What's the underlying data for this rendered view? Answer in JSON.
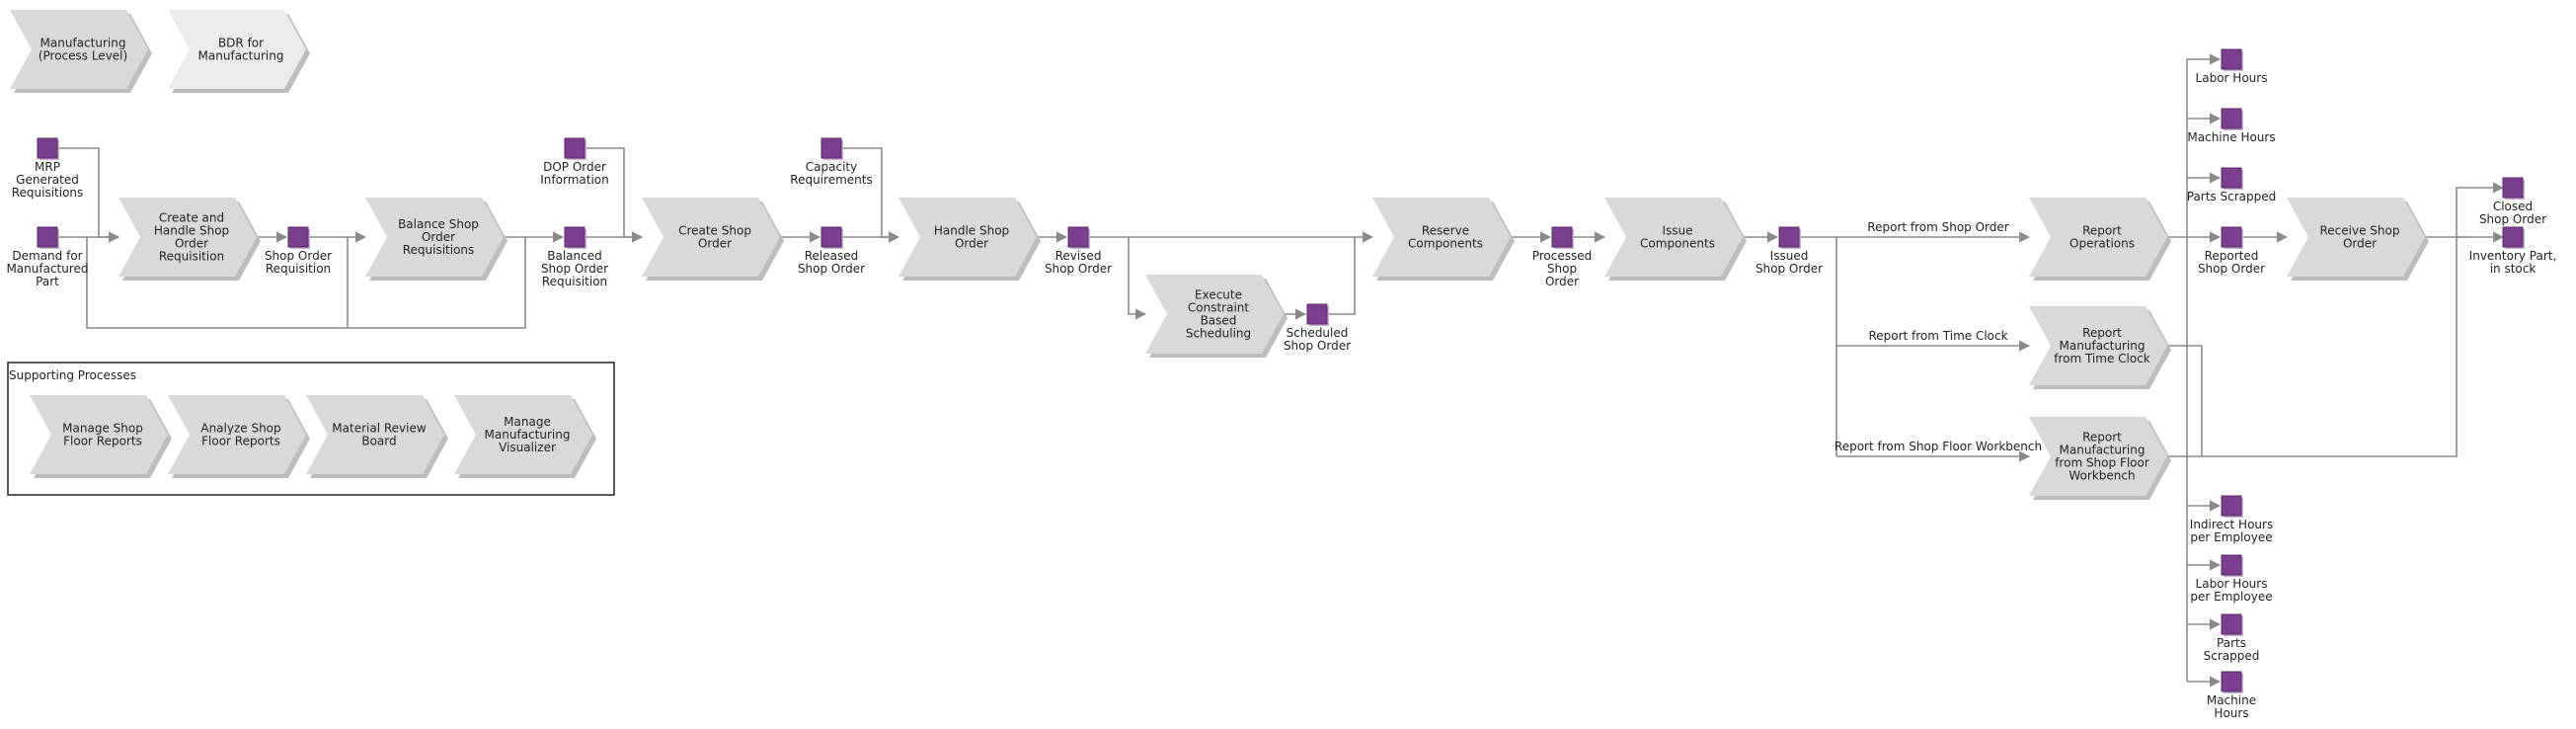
{
  "header_processes": {
    "manufacturing": "Manufacturing|(Process Level)",
    "bdr": "BDR for|Manufacturing"
  },
  "supporting": {
    "title": "Supporting Processes",
    "items": [
      "Manage Shop|Floor Reports",
      "Analyze Shop|Floor Reports",
      "Material Review|Board",
      "Manage|Manufacturing|Visualizer"
    ]
  },
  "processes": {
    "create_handle": "Create and|Handle Shop|Order|Requisition",
    "balance": "Balance Shop|Order|Requisitions",
    "create_shop_order": "Create Shop|Order",
    "handle_shop_order": "Handle Shop|Order",
    "execute_scheduling": "Execute|Constraint|Based|Scheduling",
    "reserve_components": "Reserve|Components",
    "issue_components": "Issue|Components",
    "report_operations": "Report|Operations",
    "report_time_clock": "Report|Manufacturing|from Time Clock",
    "report_workbench": "Report|Manufacturing|from Shop Floor|Workbench",
    "receive_shop_order": "Receive Shop|Order"
  },
  "events": {
    "mrp": "MRP|Generated|Requisitions",
    "demand": "Demand for|Manufactured|Part",
    "shop_order_req": "Shop Order|Requisition",
    "dop": "DOP Order|Information",
    "balanced": "Balanced|Shop Order|Requisition",
    "capacity": "Capacity|Requirements",
    "released": "Released|Shop Order",
    "revised": "Revised|Shop Order",
    "scheduled": "Scheduled|Shop Order",
    "processed": "Processed|Shop|Order",
    "issued": "Issued|Shop Order",
    "labor_hours_top": "Labor Hours",
    "machine_hours_top": "Machine Hours",
    "parts_scrapped_top": "Parts Scrapped",
    "reported": "Reported|Shop Order",
    "closed": "Closed|Shop Order",
    "inventory": "Inventory Part,|in stock",
    "indirect": "Indirect Hours|per Employee",
    "labor_per_emp": "Labor Hours|per Employee",
    "parts_scrapped_bottom": "Parts|Scrapped",
    "machine_hours_bottom": "Machine|Hours"
  },
  "edge_labels": {
    "from_shop_order": "Report from Shop Order",
    "from_time_clock": "Report from Time Clock",
    "from_workbench": "Report from Shop Floor Workbench"
  },
  "colors": {
    "process_fill": "#d9d9d9",
    "process_fill_alt": "#ebebea",
    "process_shadow": "#bdbdbd",
    "event_fill": "#7b3f8f",
    "event_border": "#5a2a6a",
    "connector": "#8a8a8a"
  }
}
